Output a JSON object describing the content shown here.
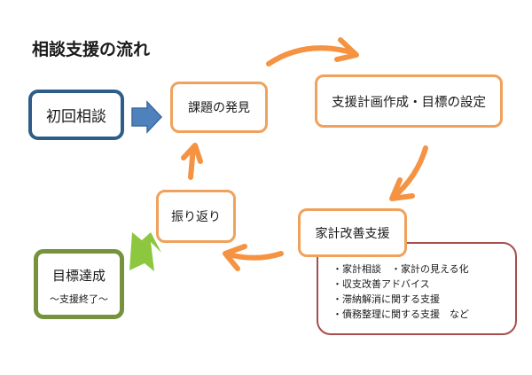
{
  "title": "相談支援の流れ",
  "steps": {
    "start": "初回相談",
    "discover": "課題の発見",
    "plan": "支援計画作成・目標の設定",
    "support": "家計改善支援",
    "review": "振り返り",
    "goal": {
      "main": "目標達成",
      "sub": "～支援終了～"
    }
  },
  "support_details": [
    "・家計相談　・家計の見える化",
    "・収支改善アドバイス",
    "・滞納解消に関する支援",
    "・債務整理に関する支援　など"
  ],
  "colors": {
    "start_border": "#2e5d8a",
    "start_arrow": "#4f81bd",
    "cycle_border": "#f0a15c",
    "cycle_arrow": "#f59342",
    "goal_border": "#76923c",
    "goal_arrow": "#8dc63f",
    "details_border": "#a54e4c"
  }
}
